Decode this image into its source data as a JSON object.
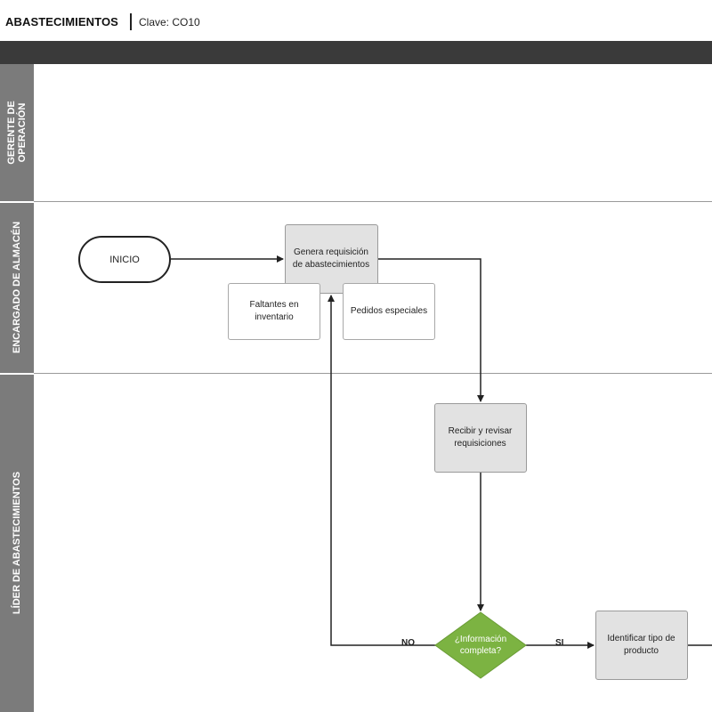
{
  "header": {
    "title": "ABASTECIMIENTOS",
    "clave": "Clave: CO10"
  },
  "lanes": [
    {
      "label_line1": "GERENTE DE",
      "label_line2": "OPERACIÓN"
    },
    {
      "label": "ENCARGADO DE ALMACÉN"
    },
    {
      "label": "LÍDER DE ABASTECIMIENTOS"
    }
  ],
  "nodes": {
    "inicio": "INICIO",
    "genera": "Genera requisición de abastecimientos",
    "faltantes": "Faltantes en inventario",
    "pedidos": "Pedidos especiales",
    "recibir": "Recibir y revisar requisiciones",
    "decision": "¿Información completa?",
    "identificar": "Identificar tipo de producto"
  },
  "edge_labels": {
    "no": "NO",
    "si": "SI"
  },
  "colors": {
    "header_bar": "#3a3a3a",
    "lane_label_bg": "#7b7b7b",
    "process_fill": "#e2e2e2",
    "decision_fill": "#7cb342"
  }
}
